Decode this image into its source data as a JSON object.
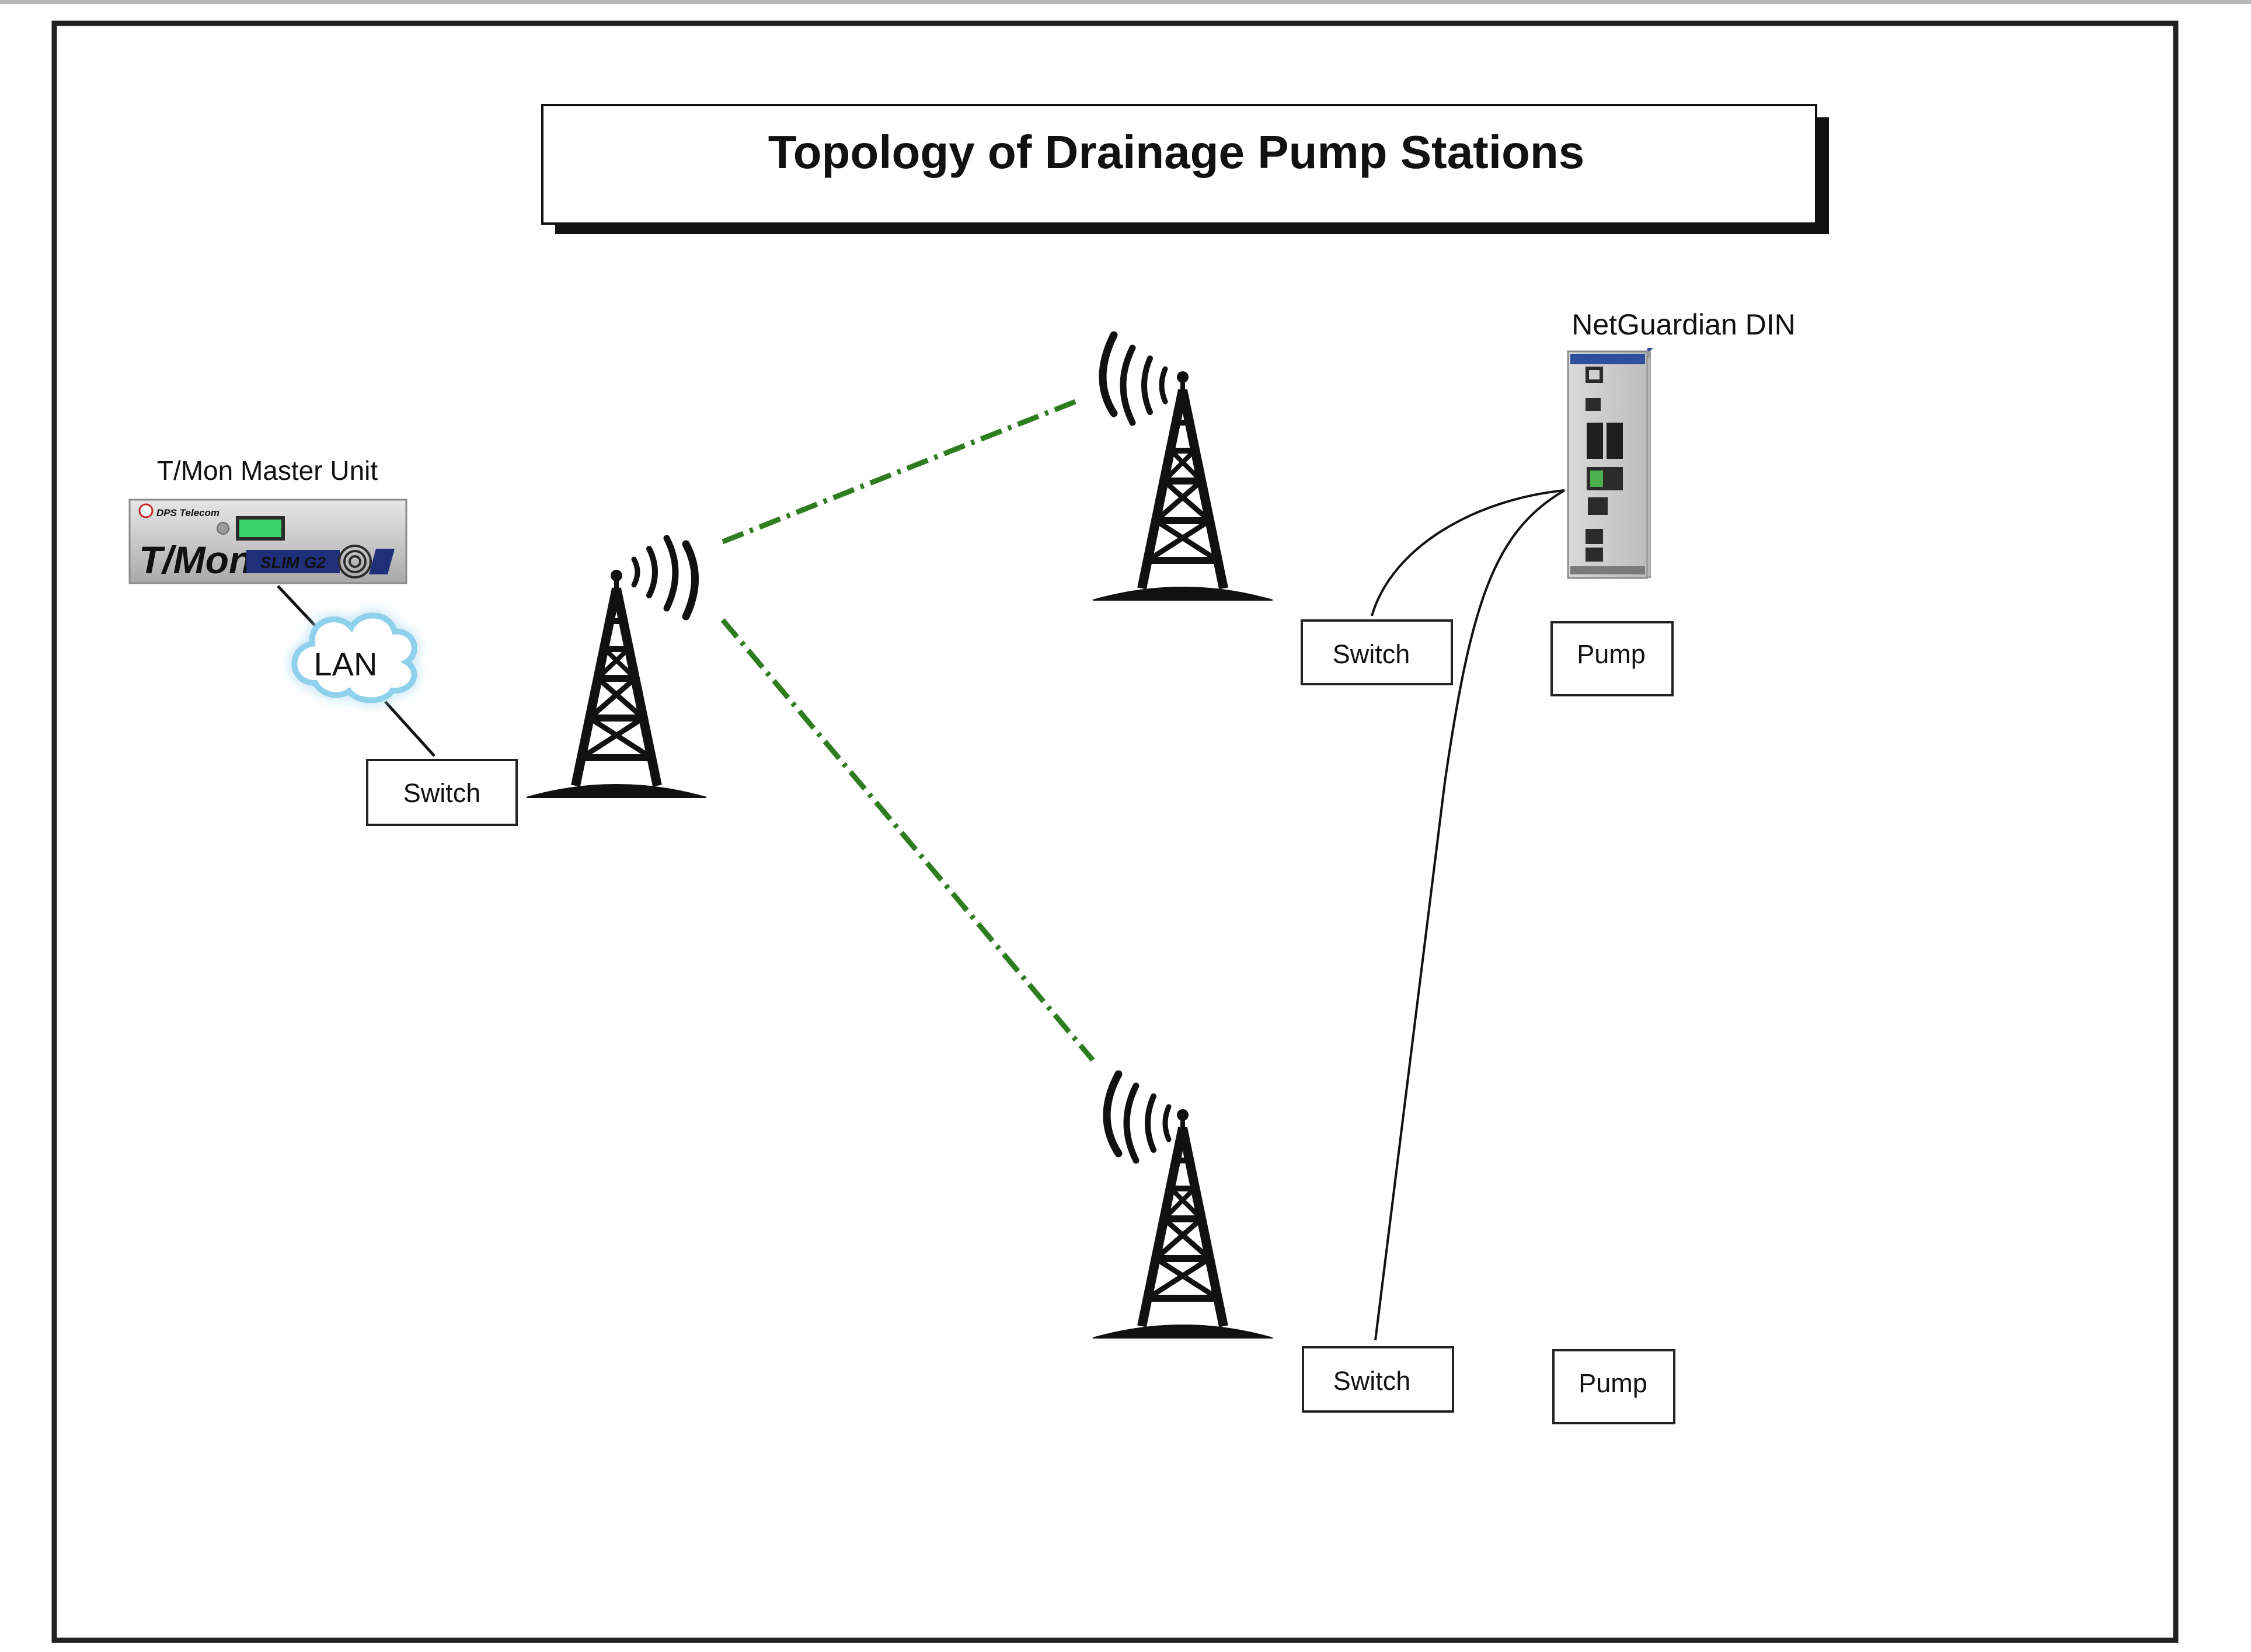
{
  "title": "Topology of Drainage Pump Stations",
  "master": {
    "label": "T/Mon Master Unit",
    "brand_small": "DPS Telecom",
    "brand_large": "T/Mon",
    "model": "SLIM G2"
  },
  "lan_label": "LAN",
  "switch_label": "Switch",
  "pump_label": "Pump",
  "rtu_label": "NetGuardian DIN",
  "colors": {
    "radio_link": "#2e7d1f",
    "frame": "#111111",
    "shadow": "#111111",
    "chassis_blue": "#1f2f7a",
    "lcd_green": "#39d36a",
    "cloud_glow": "#9fd8f0"
  },
  "icons": {
    "tower": "radio-tower-icon",
    "cloud": "cloud-icon",
    "master": "tmon-master-unit-icon",
    "rtu": "netguardian-din-icon"
  }
}
